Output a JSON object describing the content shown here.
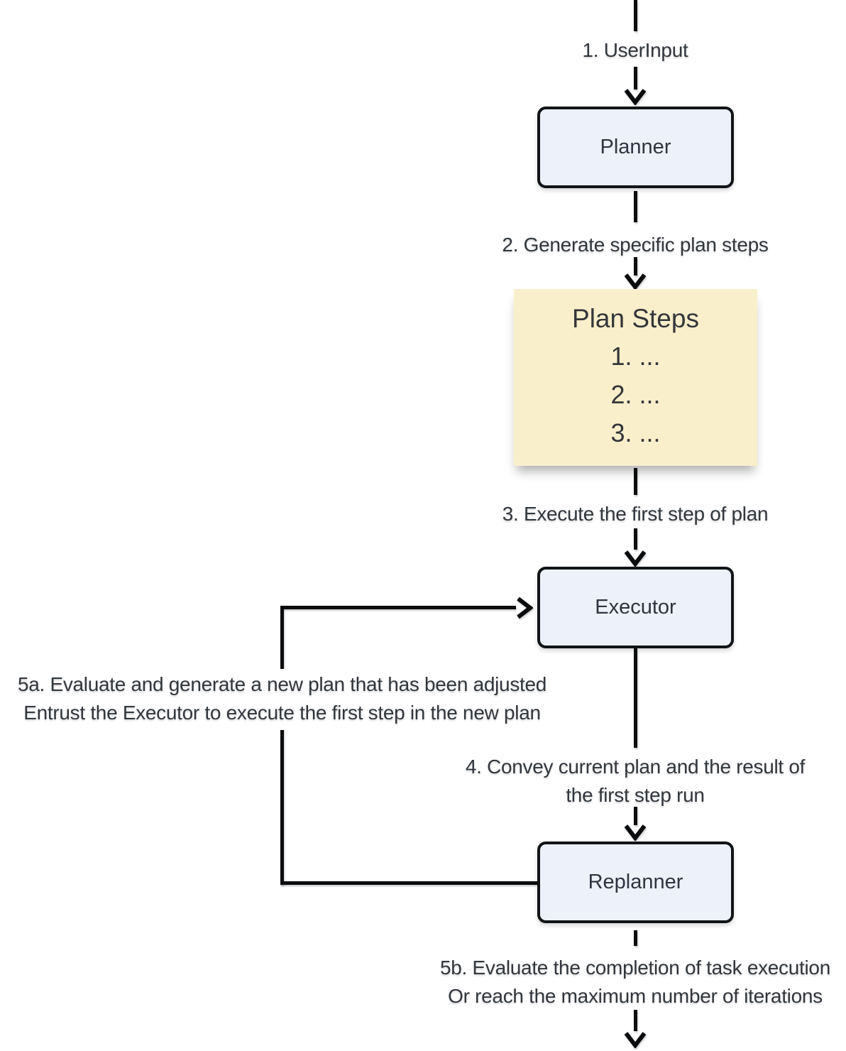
{
  "diagram": {
    "type": "flowchart",
    "direction": "top-down",
    "colors": {
      "background": "#ffffff",
      "node_fill": "#ECF1FA",
      "node_border": "#111418",
      "node_text": "#2e3440",
      "edge_color": "#0b0c0e",
      "label_text": "#32373d",
      "note_fill": "#FAEFCB",
      "note_text": "#35363a"
    },
    "nodes": {
      "planner": "Planner",
      "executor": "Executor",
      "replanner": "Replanner"
    },
    "note": {
      "title": "Plan Steps",
      "item1": "1. ...",
      "item2": "2. ...",
      "item3": "3. ..."
    },
    "labels": {
      "userInput": "1. UserInput",
      "generate": "2. Generate specific plan steps",
      "execute": "3. Execute the first step of plan",
      "convey1": "4. Convey current plan and the result of",
      "convey2": "the first step run",
      "replan1": "5a. Evaluate and generate a new plan that has been adjusted",
      "replan2": "Entrust the Executor to execute the first step in the new plan",
      "finish1": "5b. Evaluate the completion of task execution",
      "finish2": "Or reach the maximum number of iterations"
    }
  }
}
